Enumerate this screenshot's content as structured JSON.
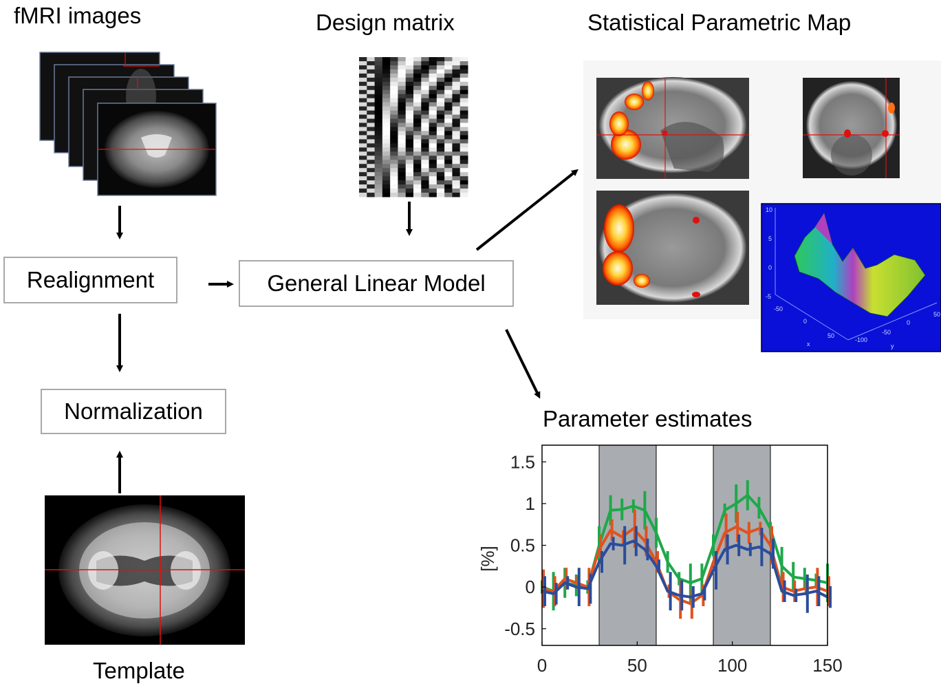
{
  "labels": {
    "fmri_images": "fMRI images",
    "design_matrix": "Design matrix",
    "spm": "Statistical Parametric Map",
    "realignment": "Realignment",
    "normalization": "Normalization",
    "glm": "General Linear Model",
    "template": "Template",
    "parameter_estimates": "Parameter estimates"
  },
  "surface_plot": {
    "z_ticks": [
      "10",
      "5",
      "0",
      "-5"
    ],
    "x_ticks": [
      "-50",
      "0",
      "50"
    ],
    "y_ticks": [
      "50",
      "0",
      "-50",
      "-100"
    ],
    "xlabel": "x",
    "ylabel": "y"
  },
  "colors": {
    "green": "#1fa84a",
    "orange": "#e0521e",
    "blue": "#2b4c9b",
    "shade": "#a9adb1",
    "crosshair": "#e01010"
  },
  "chart_data": {
    "type": "line",
    "title": "",
    "xlabel": "",
    "ylabel": "[%]",
    "xlim": [
      0,
      150
    ],
    "ylim": [
      -0.7,
      1.7
    ],
    "xticks": [
      0,
      50,
      100,
      150
    ],
    "yticks": [
      -0.5,
      0,
      0.5,
      1,
      1.5
    ],
    "ytick_labels": [
      "-0.5",
      "0",
      "0.5",
      "1",
      "1.5"
    ],
    "shaded_intervals": [
      [
        30,
        60
      ],
      [
        90,
        120
      ]
    ],
    "x": [
      0,
      6,
      12,
      18,
      24,
      30,
      36,
      42,
      48,
      54,
      60,
      66,
      72,
      78,
      84,
      90,
      96,
      102,
      108,
      114,
      120,
      126,
      132,
      138,
      144,
      150
    ],
    "series": [
      {
        "values": [
          0.0,
          -0.05,
          0.05,
          0.02,
          0.0,
          0.5,
          0.92,
          0.93,
          0.97,
          0.92,
          0.65,
          0.3,
          0.1,
          0.05,
          0.1,
          0.5,
          0.92,
          1.0,
          1.1,
          0.95,
          0.7,
          0.25,
          0.12,
          0.1,
          0.08,
          0.05
        ]
      },
      {
        "values": [
          -0.02,
          -0.05,
          0.1,
          0.05,
          0.0,
          0.45,
          0.68,
          0.6,
          0.7,
          0.55,
          0.3,
          -0.05,
          -0.15,
          -0.2,
          -0.1,
          0.3,
          0.65,
          0.72,
          0.65,
          0.7,
          0.5,
          0.0,
          -0.05,
          -0.02,
          0.0,
          -0.05
        ]
      },
      {
        "values": [
          -0.05,
          -0.08,
          0.05,
          0.0,
          -0.02,
          0.3,
          0.52,
          0.5,
          0.55,
          0.45,
          0.25,
          -0.05,
          -0.1,
          -0.12,
          -0.08,
          0.2,
          0.45,
          0.5,
          0.45,
          0.48,
          0.4,
          -0.05,
          -0.1,
          -0.08,
          -0.05,
          -0.12
        ]
      }
    ]
  }
}
